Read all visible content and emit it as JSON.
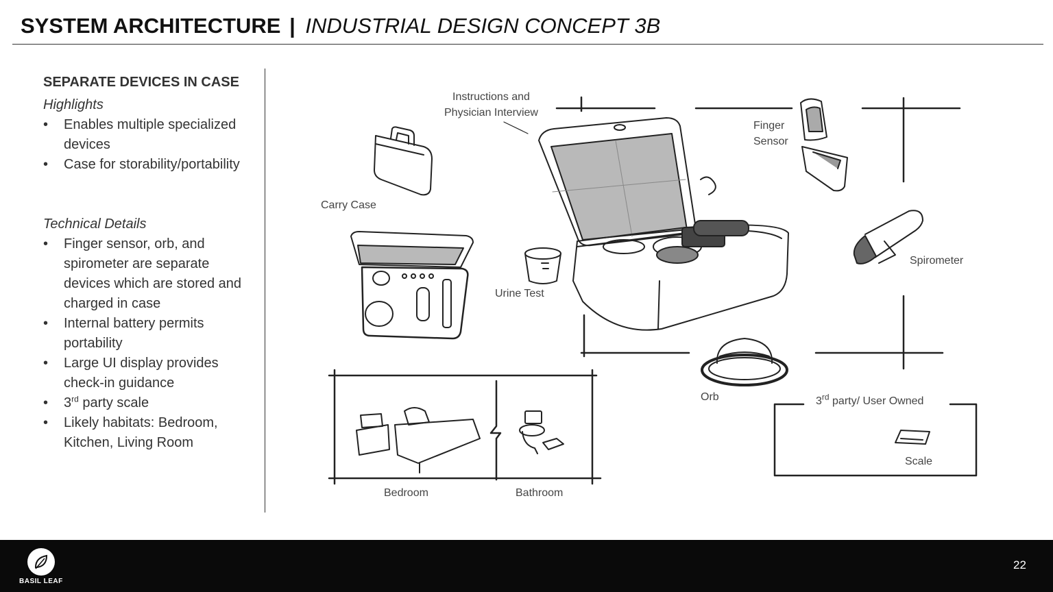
{
  "title": {
    "main": "SYSTEM ARCHITECTURE",
    "separator": "|",
    "subtitle": "INDUSTRIAL DESIGN CONCEPT 3B"
  },
  "left_panel": {
    "heading": "SEPARATE DEVICES IN CASE",
    "highlights_label": "Highlights",
    "highlights": [
      "Enables multiple specialized devices",
      "Case for storability/portability"
    ],
    "technical_label": "Technical Details",
    "technical": [
      "Finger sensor, orb, and spirometer are separate devices which are stored and charged in case",
      "Internal battery permits portability",
      "Large UI display provides check-in guidance",
      {
        "pre": "3",
        "sup": "rd",
        "post": " party scale"
      },
      "Likely habitats: Bedroom, Kitchen, Living Room"
    ]
  },
  "sketch_labels": {
    "instructions_line1": "Instructions and",
    "instructions_line2": "Physician Interview",
    "carry_case": "Carry Case",
    "finger_line1": "Finger",
    "finger_line2": "Sensor",
    "spirometer": "Spirometer",
    "urine_test": "Urine Test",
    "orb": "Orb",
    "third_party": {
      "pre": "3",
      "sup": "rd",
      "post": " party/ User Owned"
    },
    "scale": "Scale",
    "bedroom": "Bedroom",
    "bathroom": "Bathroom"
  },
  "footer": {
    "brand": "BASIL LEAF",
    "page_number": "22"
  },
  "colors": {
    "footer_bg": "#0a0a0a",
    "screen_fill": "#b9b9b9",
    "sketch_stroke": "#222222"
  },
  "icons": [
    "leaf-logo-icon"
  ]
}
